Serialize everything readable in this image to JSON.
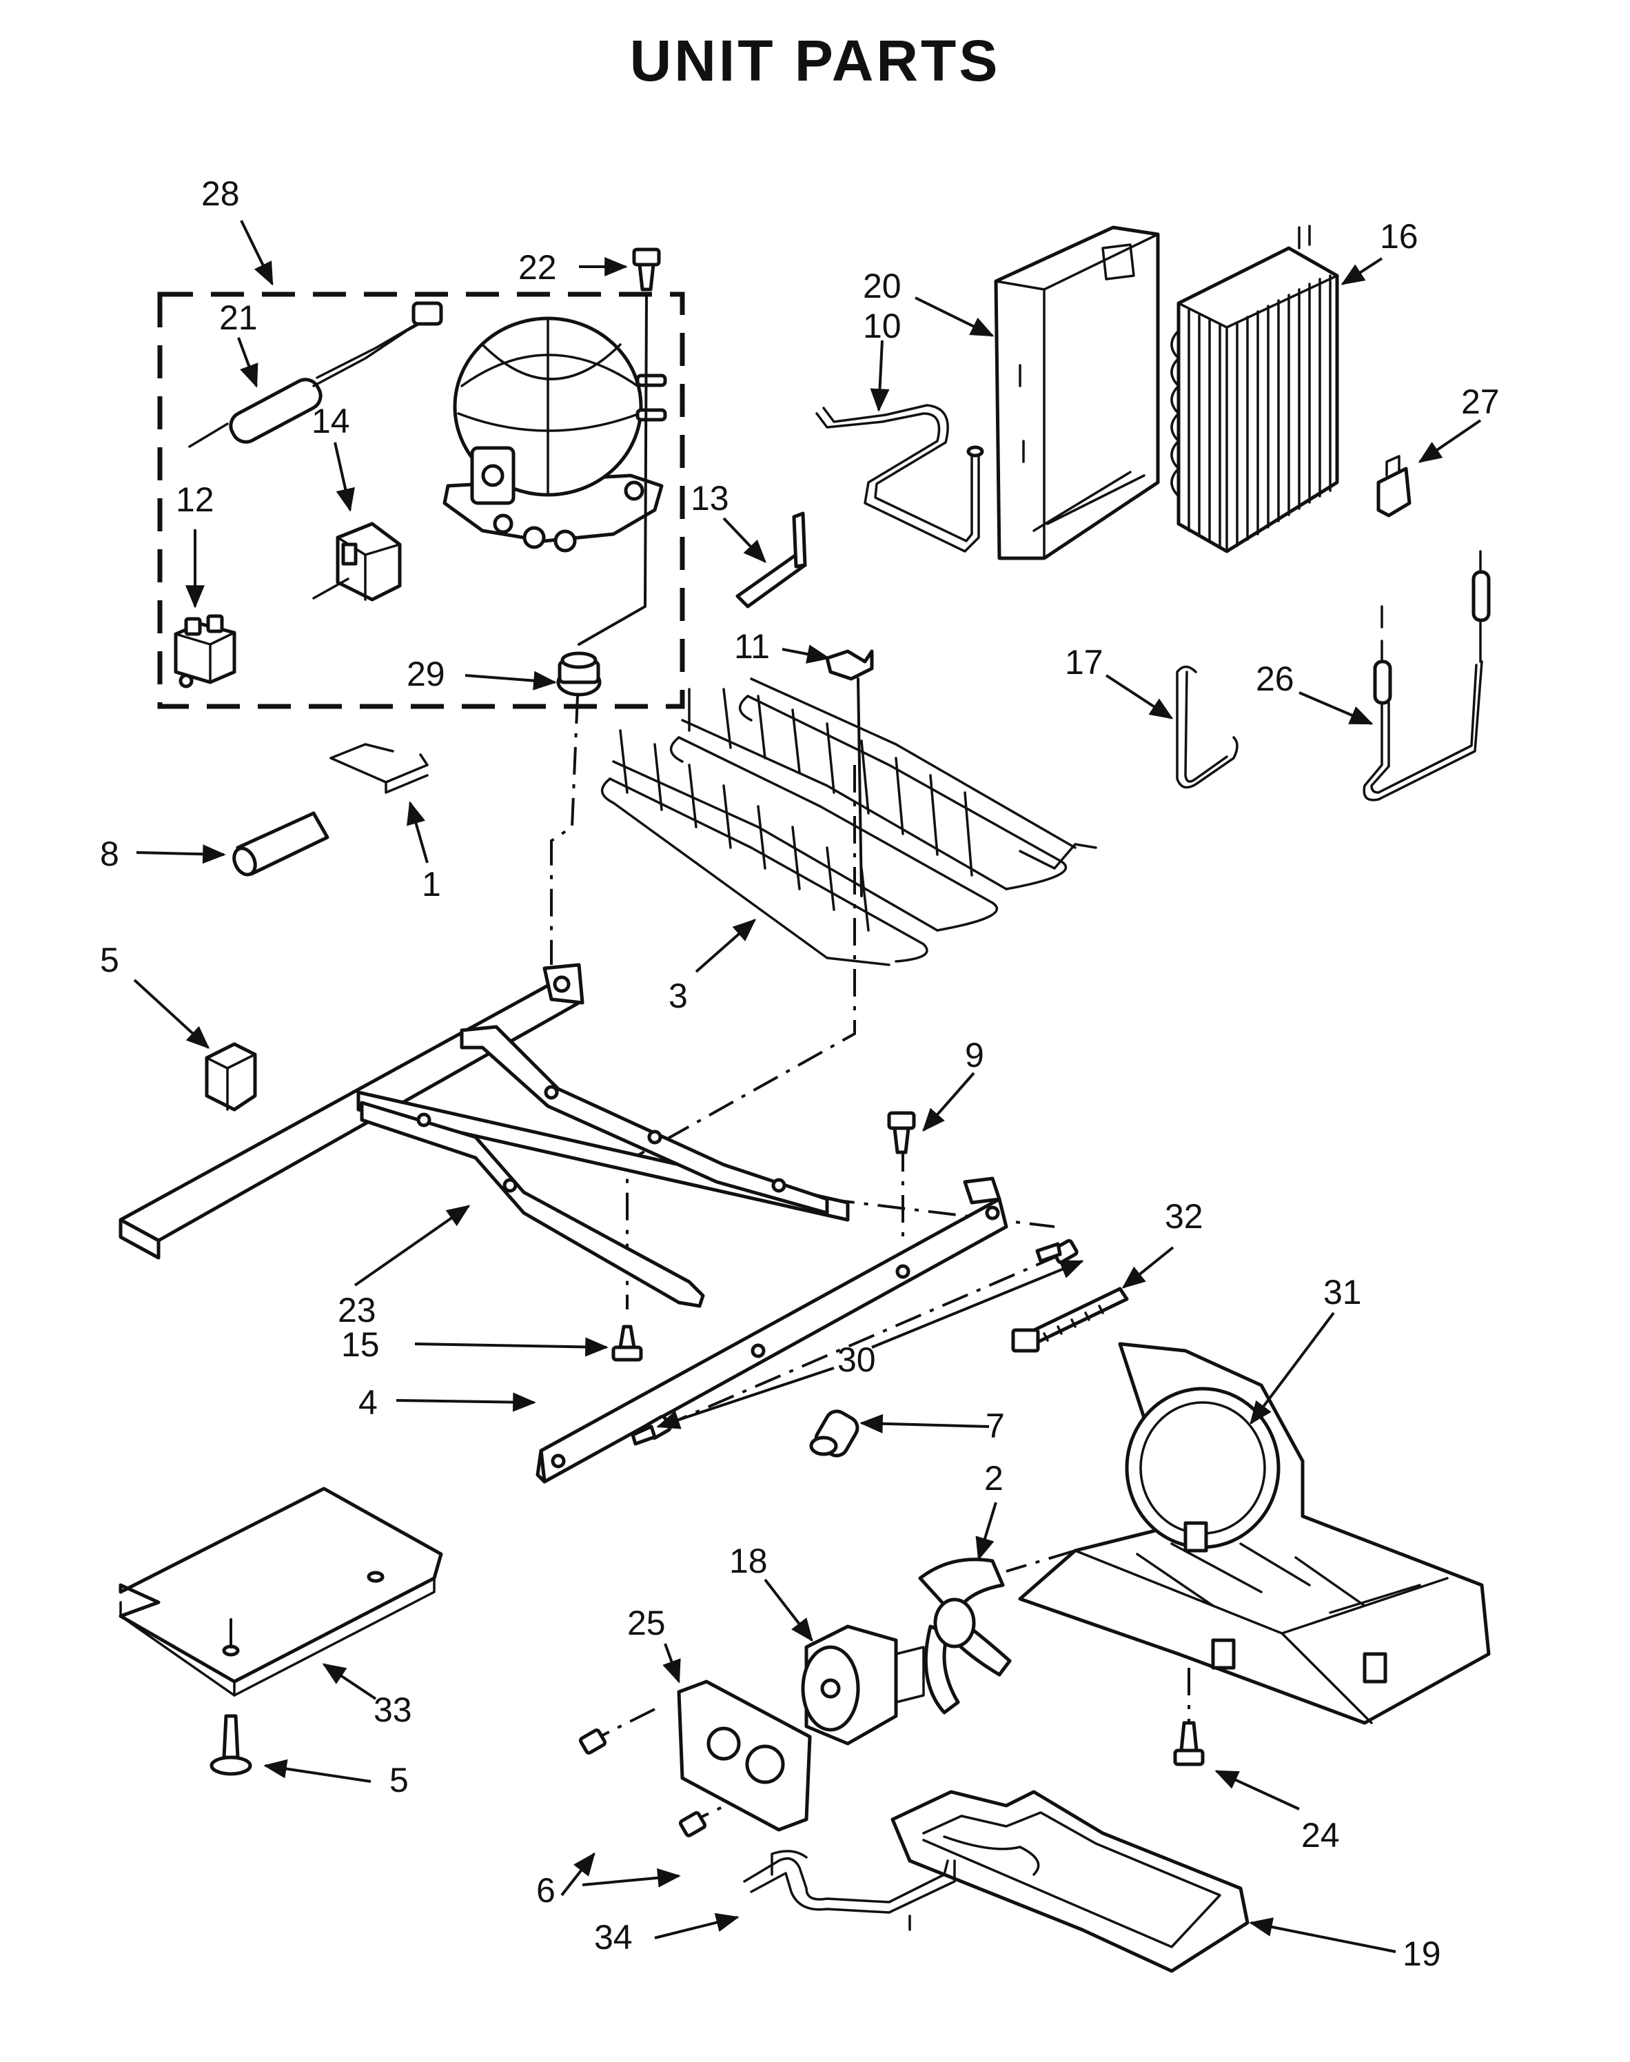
{
  "title": "UNIT PARTS",
  "labels": {
    "l28": "28",
    "l21": "21",
    "l14": "14",
    "l12": "12",
    "l22": "22",
    "l29": "29",
    "l20": "20",
    "l10": "10",
    "l16": "16",
    "l27": "27",
    "l13": "13",
    "l11": "11",
    "l17": "17",
    "l26": "26",
    "l8": "8",
    "l1": "1",
    "l5a": "5",
    "l3": "3",
    "l9": "9",
    "l32": "32",
    "l23": "23",
    "l15": "15",
    "l31": "31",
    "l30": "30",
    "l4": "4",
    "l7": "7",
    "l2": "2",
    "l18": "18",
    "l25": "25",
    "l33": "33",
    "l5b": "5",
    "l24": "24",
    "l6": "6",
    "l34": "34",
    "l19": "19"
  }
}
